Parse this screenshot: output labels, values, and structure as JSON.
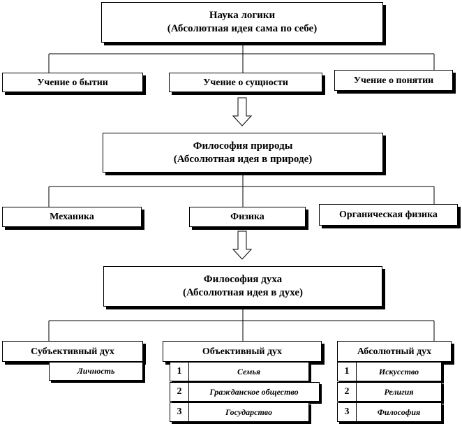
{
  "logic": {
    "title": "Наука логики",
    "subtitle": "(Абсолютная идея сама по себе)",
    "children": [
      "Учение о бытии",
      "Учение о сущности",
      "Учение о понятии"
    ]
  },
  "nature": {
    "title": "Философия природы",
    "subtitle": "(Абсолютная идея в природе)",
    "children": [
      "Механика",
      "Физика",
      "Органическая физика"
    ]
  },
  "spirit": {
    "title": "Философия духа",
    "subtitle": "(Абсолютная идея в духе)",
    "subjective": {
      "title": "Субъективный дух",
      "items": [
        "Личность"
      ]
    },
    "objective": {
      "title": "Объективный дух",
      "rows": [
        {
          "num": "1",
          "label": "Семья"
        },
        {
          "num": "2",
          "label": "Гражданское общество"
        },
        {
          "num": "3",
          "label": "Государство"
        }
      ]
    },
    "absolute": {
      "title": "Абсолютный дух",
      "rows": [
        {
          "num": "1",
          "label": "Искусство"
        },
        {
          "num": "2",
          "label": "Религия"
        },
        {
          "num": "3",
          "label": "Философия"
        }
      ]
    }
  }
}
